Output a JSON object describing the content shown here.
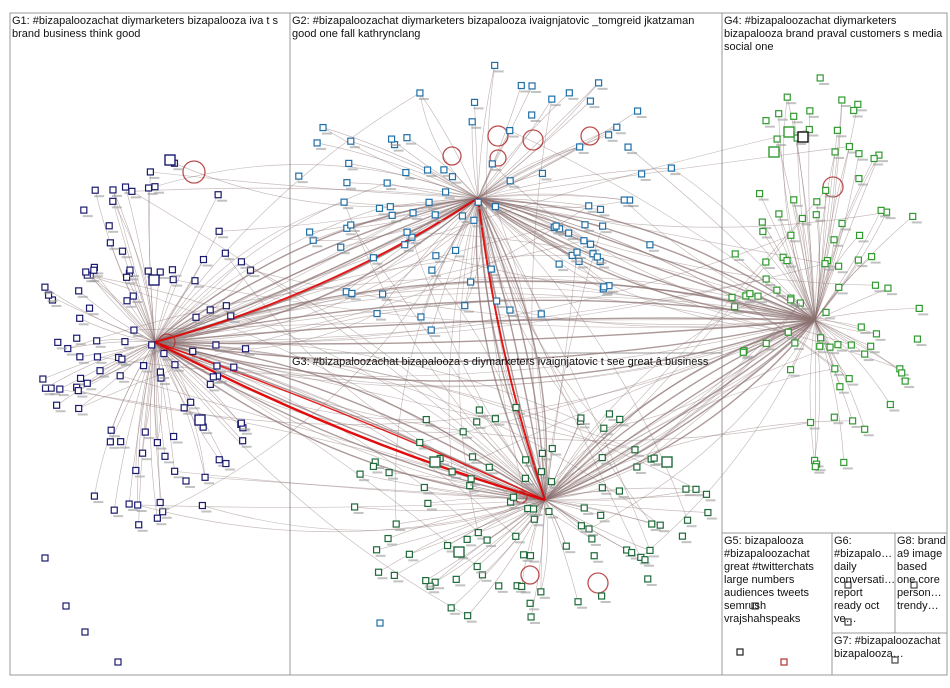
{
  "groups": [
    {
      "id": "G1",
      "label": "G1: #bizapaloozachat diymarketers bizapalooza iva t s brand business think good",
      "color": "#1a1a6e"
    },
    {
      "id": "G2",
      "label": "G2: #bizapaloozachat diymarketers bizapalooza ivaignjatovic _tomgreid jkatzaman good one fall kathrynclang",
      "color": "#1f6fa8"
    },
    {
      "id": "G3",
      "label": "G3: #bizapaloozachat bizapalooza s diymarketers ivaignjatovic t see great â business",
      "color": "#1e6a3a"
    },
    {
      "id": "G4",
      "label": "G4: #bizapaloozachat diymarketers bizapalooza brand praval customers s media social one",
      "color": "#2f9a2f"
    },
    {
      "id": "G5",
      "label": "G5: bizapalooza #bizapaloozachat great #twitterchats large numbers audiences tweets semrush vrajshahspeaks",
      "color": "#555555"
    },
    {
      "id": "G6",
      "label": "G6: #bizapalo… daily conversati… report ready oct ve…",
      "color": "#777777"
    },
    {
      "id": "G7",
      "label": "G7: #bizapaloozachat bizapalooza…",
      "color": "#777777"
    },
    {
      "id": "G8",
      "label": "G8: brand a9 image based one core person… trendy…",
      "color": "#777777"
    }
  ],
  "colors": {
    "frame": "#9a9a9a",
    "edge": "#8a6f6f",
    "edge_highlight": "#e00000",
    "self_loop": "#b03030",
    "g1_node": "#1a1a6e",
    "g2_node": "#1f6fa8",
    "g3_node": "#1e6a3a",
    "g4_node": "#2f9a2f",
    "g5_node": "#444444"
  }
}
